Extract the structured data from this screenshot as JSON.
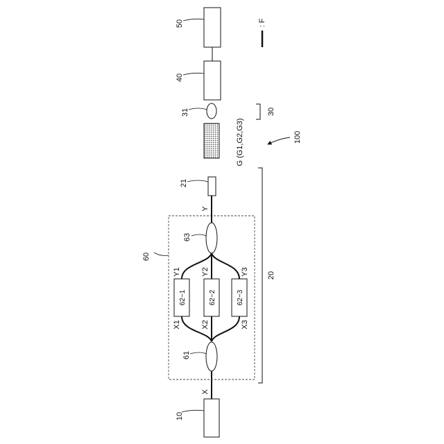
{
  "labels": {
    "ref_10": "10",
    "ref_20": "20",
    "ref_21": "21",
    "ref_30": "30",
    "ref_31": "31",
    "ref_40": "40",
    "ref_50": "50",
    "ref_60": "60",
    "ref_61": "61",
    "ref_63": "63",
    "ref_100": "100",
    "branch_1": "62−1",
    "branch_2": "62−2",
    "branch_3": "62−3",
    "port_x": "X",
    "port_x1": "X1",
    "port_x2": "X2",
    "port_x3": "X3",
    "port_y": "Y",
    "port_y1": "Y1",
    "port_y2": "Y2",
    "port_y3": "Y3",
    "grating": "G (G1,G2,G3)",
    "legend_text": ": F"
  }
}
